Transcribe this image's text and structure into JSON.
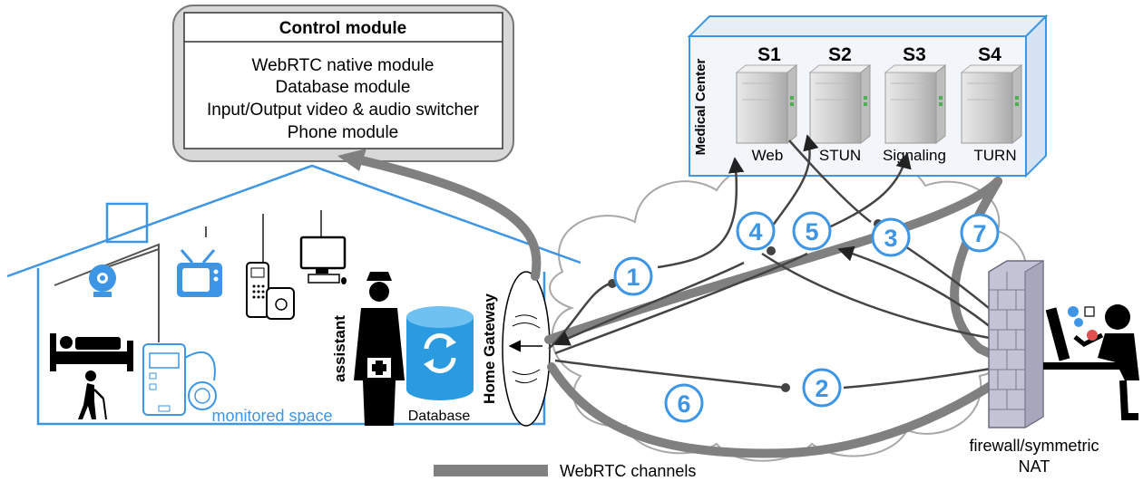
{
  "control_module": {
    "title": "Control module",
    "items": [
      "WebRTC native module",
      "Database module",
      "Input/Output video & audio switcher",
      "Phone module"
    ]
  },
  "medical_center": {
    "label": "Medical Center",
    "servers": [
      {
        "id": "S1",
        "role": "Web"
      },
      {
        "id": "S2",
        "role": "STUN"
      },
      {
        "id": "S3",
        "role": "Signaling"
      },
      {
        "id": "S4",
        "role": "TURN"
      }
    ]
  },
  "home": {
    "space_label": "monitored space",
    "assistant_label": "assistant",
    "database_label": "Database",
    "gateway_label": "Home Gateway"
  },
  "network": {
    "firewall_label_line1": "firewall/symmetric",
    "firewall_label_line2": "NAT",
    "steps": [
      "1",
      "2",
      "3",
      "4",
      "5",
      "6",
      "7"
    ]
  },
  "legend": {
    "label": "WebRTC channels"
  },
  "colors": {
    "accent_blue": "#3d95e6",
    "channel_gray": "#808080",
    "cloud_border": "#a8a8a8",
    "panel_bg": "#f2f6fb"
  }
}
